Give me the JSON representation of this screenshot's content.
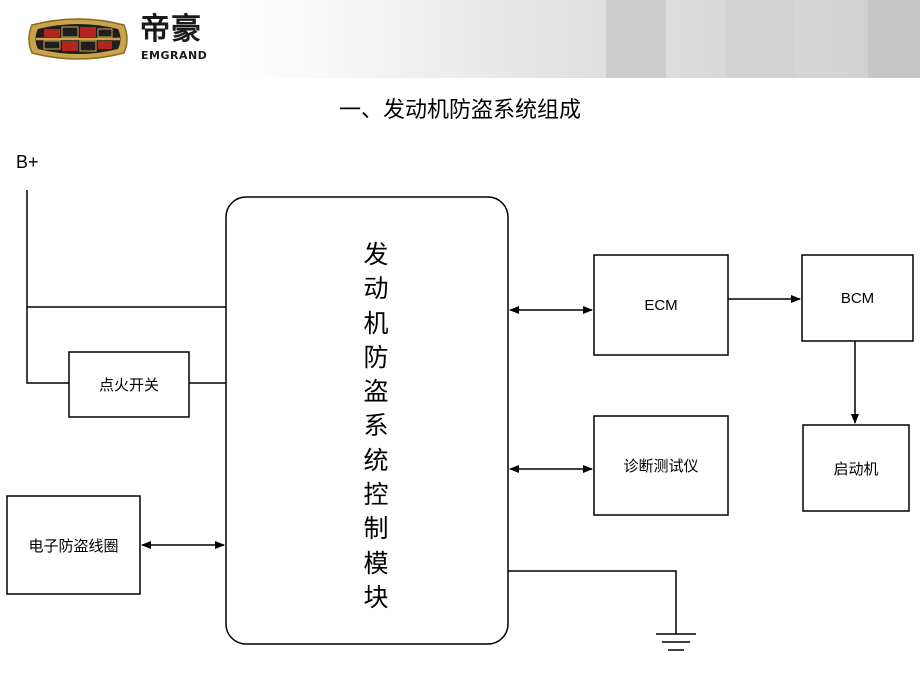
{
  "header": {
    "brand_cn": "帝豪",
    "brand_en": "EMGRAND"
  },
  "title": "一、发动机防盗系统组成",
  "diagram": {
    "power_label": "B+",
    "control_module_label": "发动机防盗系统控制模块",
    "control_module_chars": [
      "发",
      "动",
      "机",
      "防",
      "盗",
      "系",
      "统",
      "控",
      "制",
      "模",
      "块"
    ],
    "ignition_switch": "点火开关",
    "coil": "电子防盗线圈",
    "ecm": "ECM",
    "bcm": "BCM",
    "starter": "启动机",
    "diagnostic_tool": "诊断测试仪"
  },
  "colors": {
    "logo_gold": "#c9a44a",
    "logo_red": "#b3241c",
    "logo_dark": "#1f1f1f",
    "line": "#000000"
  }
}
